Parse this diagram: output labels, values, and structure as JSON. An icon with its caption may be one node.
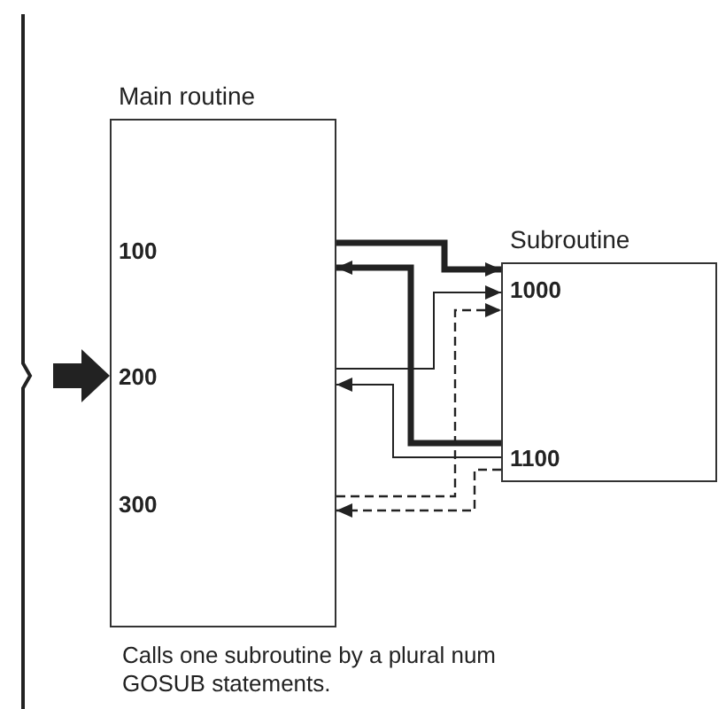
{
  "diagram": {
    "caption": "Calls one subroutine by a plural num GOSUB statements.",
    "nodes": [
      {
        "text": [
          "Main routine",
          "100",
          "200",
          "300"
        ]
      },
      {
        "text": [
          "Subroutine",
          "1000",
          "1100"
        ]
      }
    ],
    "edges": [
      {
        "from": 0,
        "to": 1,
        "arrow": "to",
        "style": "thick"
      },
      {
        "from": 1,
        "to": 0,
        "arrow": "to",
        "style": "thick"
      },
      {
        "from": 0,
        "to": 1,
        "arrow": "to"
      },
      {
        "from": 1,
        "to": 0,
        "arrow": "to"
      },
      {
        "from": 0,
        "to": 1,
        "arrow": "to",
        "style": "dashed"
      },
      {
        "from": 1,
        "to": 0,
        "arrow": "to",
        "style": "dashed"
      },
      {
        "from": null,
        "to": 0,
        "arrow": "to",
        "style": "thick"
      }
    ]
  }
}
